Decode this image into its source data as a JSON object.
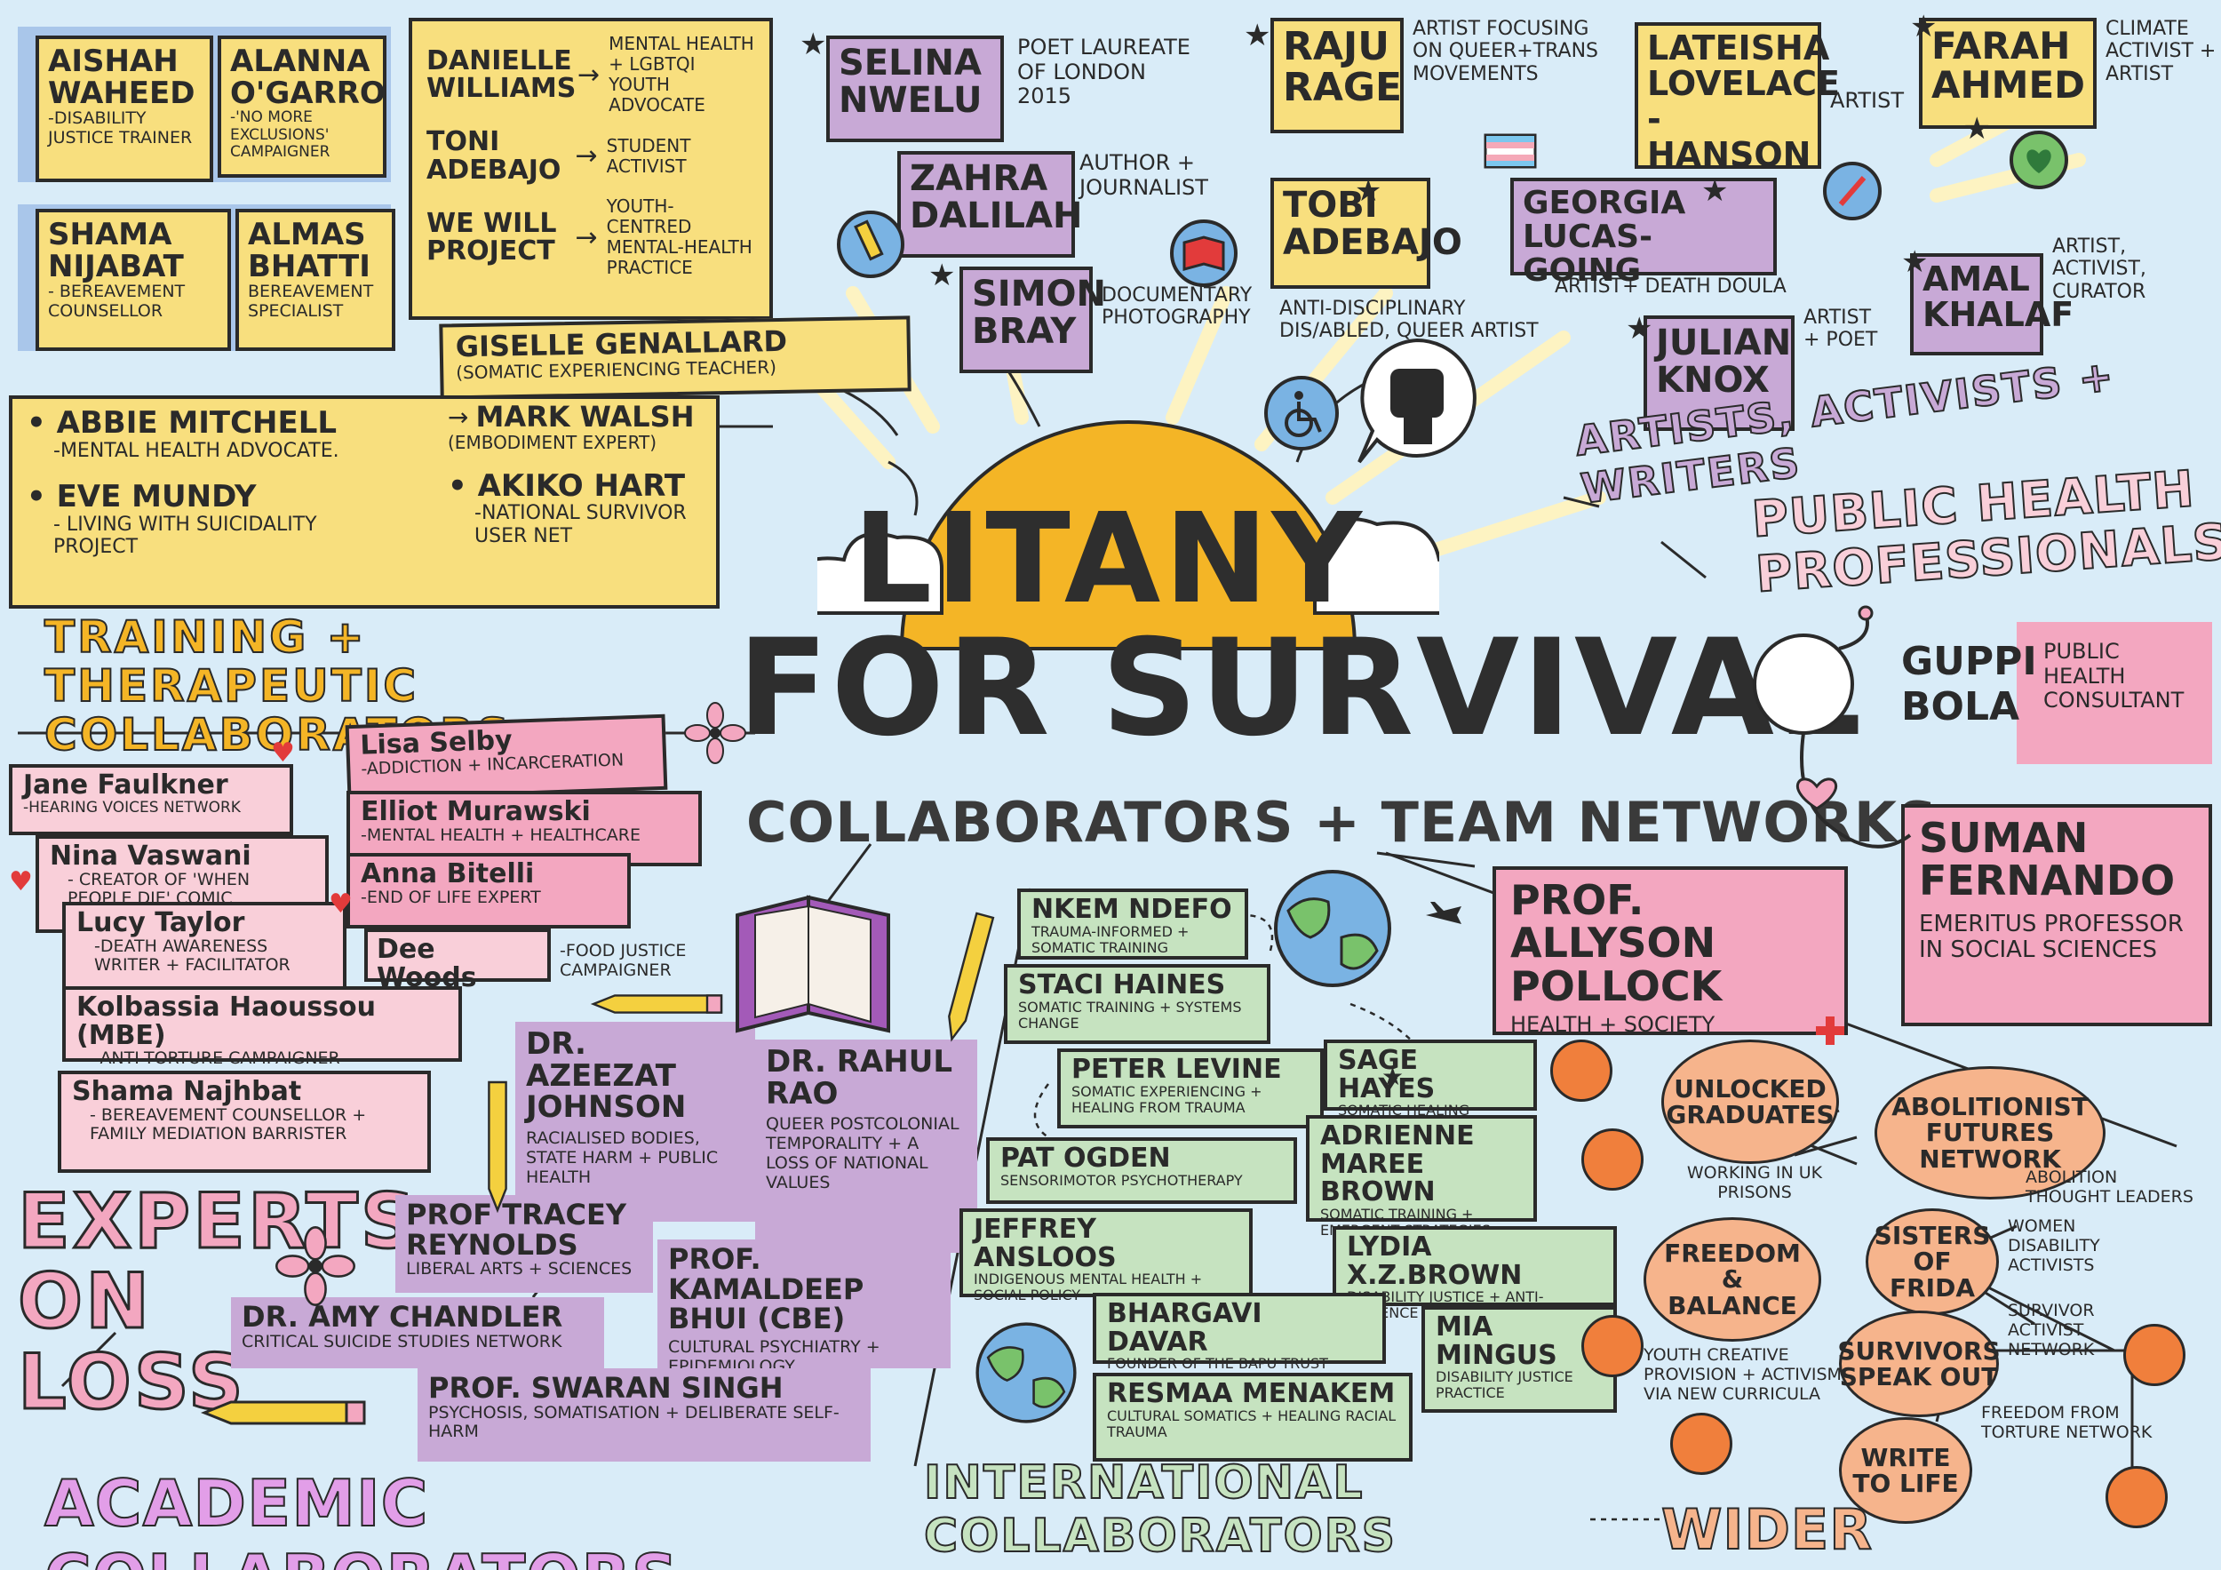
{
  "title": {
    "line1": "LITANY",
    "line2": "FOR SURVIVAL",
    "subtitle": "COLLABORATORS + TEAM NETWORKS"
  },
  "colors": {
    "yellow": "#f8df7e",
    "purple": "#c8a9d6",
    "pink": "#f3a7c0",
    "green": "#c6e3c0",
    "orange": "#f6b48c",
    "sun": "#f4b526",
    "background": "#d9ecf8"
  },
  "sections": {
    "training": "TRAINING + THERAPEUTIC COLLABORATORS",
    "loss": "EXPERTS ON LOSS",
    "academic": "ACADEMIC COLLABORATORS",
    "international": "INTERNATIONAL COLLABORATORS",
    "wider": "WIDER NETWORKS",
    "artists": "ARTISTS, ACTIVISTS + WRITERS",
    "public_health": "PUBLIC HEALTH PROFESSIONALS"
  },
  "training": {
    "aishah": {
      "name": "AISHAH WAHEED",
      "desc": "-DISABILITY JUSTICE TRAINER"
    },
    "alanna": {
      "name": "ALANNA O'GARRO",
      "desc": "-'NO MORE EXCLUSIONS' CAMPAIGNER"
    },
    "shama": {
      "name": "SHAMA NIJABAT",
      "desc": "- BEREAVEMENT COUNSELLOR"
    },
    "almas": {
      "name": "ALMAS BHATTI",
      "desc": "BEREAVEMENT SPECIALIST"
    },
    "danielle": {
      "name": "DANIELLE WILLIAMS",
      "desc": "MENTAL HEALTH + LGBTQI YOUTH ADVOCATE"
    },
    "toni": {
      "name": "TONI ADEBAJO",
      "desc": "STUDENT ACTIVIST"
    },
    "wewill": {
      "name": "WE WILL PROJECT",
      "desc": "YOUTH-CENTRED MENTAL-HEALTH PRACTICE"
    },
    "giselle": {
      "name": "GISELLE GENALLARD",
      "desc": "(SOMATIC EXPERIENCING TEACHER)"
    },
    "mark": {
      "name": "MARK WALSH",
      "desc": "(EMBODIMENT EXPERT)"
    },
    "abbie": {
      "name": "• ABBIE MITCHELL",
      "desc": "-MENTAL HEALTH ADVOCATE."
    },
    "eve": {
      "name": "• EVE MUNDY",
      "desc": "- LIVING WITH SUICIDALITY PROJECT"
    },
    "akiko": {
      "name": "• AKIKO HART",
      "desc": "-NATIONAL SURVIVOR USER NET"
    }
  },
  "artists": {
    "selina": {
      "name": "SELINA NWELU",
      "desc": "POET LAUREATE OF LONDON 2015"
    },
    "zahra": {
      "name": "ZAHRA DALILAH",
      "desc": "AUTHOR + JOURNALIST"
    },
    "simon": {
      "name": "SIMON BRAY",
      "desc": "DOCUMENTARY PHOTOGRAPHY"
    },
    "raju": {
      "name": "RAJU RAGE",
      "desc": "ARTIST FOCUSING ON QUEER+TRANS MOVEMENTS"
    },
    "tobi": {
      "name": "TOBI ADEBAJO",
      "desc": "ANTI-DISCIPLINARY DIS/ABLED, QUEER ARTIST"
    },
    "lateisha": {
      "name": "LATEISHA LOVELACE -HANSON",
      "desc": "ARTIST"
    },
    "farah": {
      "name": "FARAH AHMED",
      "desc": "CLIMATE ACTIVIST + ARTIST"
    },
    "georgia": {
      "name": "GEORGIA LUCAS-GOING",
      "desc": "ARTIST+ DEATH DOULA"
    },
    "amal": {
      "name": "AMAL KHALAF",
      "desc": "ARTIST, ACTIVIST, CURATOR"
    },
    "julian": {
      "name": "JULIAN KNOX",
      "desc": "ARTIST + POET"
    }
  },
  "public_health": {
    "guppi": {
      "name": "GUPPI BOLA",
      "desc": "PUBLIC HEALTH CONSULTANT"
    },
    "suman": {
      "name": "SUMAN FERNANDO",
      "desc": "EMERITUS PROFESSOR IN SOCIAL SCIENCES"
    },
    "allyson": {
      "name": "PROF. ALLYSON POLLOCK",
      "desc": "HEALTH + SOCIETY"
    }
  },
  "loss": [
    {
      "name": "Lisa Selby",
      "desc": "-ADDICTION + INCARCERATION"
    },
    {
      "name": "Jane Faulkner",
      "desc": "-HEARING VOICES NETWORK"
    },
    {
      "name": "Elliot Murawski",
      "desc": "-MENTAL HEALTH + HEALTHCARE"
    },
    {
      "name": "Nina Vaswani",
      "desc": "- CREATOR OF 'WHEN PEOPLE DIE' COMIC"
    },
    {
      "name": "Anna Bitelli",
      "desc": "-END OF LIFE EXPERT"
    },
    {
      "name": "Lucy Taylor",
      "desc": "-DEATH AWARENESS WRITER + FACILITATOR"
    },
    {
      "name": "Dee Woods",
      "desc": "-FOOD JUSTICE CAMPAIGNER"
    },
    {
      "name": "Kolbassia Haoussou (MBE)",
      "desc": "-ANTI-TORTURE CAMPAIGNER"
    },
    {
      "name": "Shama Najhbat",
      "desc": "- BEREAVEMENT COUNSELLOR + FAMILY MEDIATION BARRISTER"
    }
  ],
  "academic": {
    "azeezat": {
      "name": "DR. AZEEZAT JOHNSON",
      "desc": "RACIALISED BODIES, STATE HARM + PUBLIC HEALTH"
    },
    "rahul": {
      "name": "DR. RAHUL RAO",
      "desc": "QUEER POSTCOLONIAL TEMPORALITY + A LOSS OF NATIONAL VALUES"
    },
    "tracey": {
      "name": "PROF TRACEY REYNOLDS",
      "desc": "LIBERAL ARTS + SCIENCES"
    },
    "kamaldeep": {
      "name": "PROF. KAMALDEEP BHUI (CBE)",
      "desc": "CULTURAL PSYCHIATRY + EPIDEMIOLOGY"
    },
    "amy": {
      "name": "DR. AMY CHANDLER",
      "desc": "CRITICAL SUICIDE STUDIES NETWORK"
    },
    "swaran": {
      "name": "PROF. SWARAN SINGH",
      "desc": "PSYCHOSIS, SOMATISATION + DELIBERATE SELF-HARM"
    }
  },
  "international": {
    "nkem": {
      "name": "NKEM NDEFO",
      "desc": "TRAUMA-INFORMED + SOMATIC TRAINING"
    },
    "staci": {
      "name": "STACI HAINES",
      "desc": "SOMATIC TRAINING + SYSTEMS CHANGE"
    },
    "peter": {
      "name": "PETER LEVINE",
      "desc": "SOMATIC EXPERIENCING + HEALING FROM TRAUMA"
    },
    "sage": {
      "name": "SAGE HAYES",
      "desc": "SOMATIC HEALING"
    },
    "pat": {
      "name": "PAT OGDEN",
      "desc": "SENSORIMOTOR PSYCHOTHERAPY"
    },
    "adrienne": {
      "name": "ADRIENNE MAREE BROWN",
      "desc": "SOMATIC TRAINING + EMERGENT STRATEGIES"
    },
    "jeffrey": {
      "name": "JEFFREY ANSLOOS",
      "desc": "INDIGENOUS MENTAL HEALTH + SOCIAL POLICY"
    },
    "lydia": {
      "name": "LYDIA X.Z.BROWN",
      "desc": "DISABILITY JUSTICE + ANTI-VIOLENCE"
    },
    "bhargavi": {
      "name": "BHARGAVI DAVAR",
      "desc": "FOUNDER OF THE BAPU TRUST"
    },
    "mia": {
      "name": "MIA MINGUS",
      "desc": "DISABILITY JUSTICE PRACTICE"
    },
    "resmaa": {
      "name": "RESMAA MENAKEM",
      "desc": "CULTURAL SOMATICS + HEALING RACIAL TRAUMA"
    }
  },
  "wider": {
    "unlocked": {
      "name": "UNLOCKED GRADUATES",
      "desc": "WORKING IN UK PRISONS"
    },
    "abolitionist": {
      "name": "ABOLITIONIST FUTURES NETWORK",
      "desc": "ABOLITION THOUGHT LEADERS"
    },
    "freedom": {
      "name": "FREEDOM & BALANCE",
      "desc": "YOUTH CREATIVE PROVISION + ACTIVISM VIA NEW CURRICULA"
    },
    "sisters": {
      "name": "SISTERS OF FRIDA",
      "desc": "WOMEN DISABILITY ACTIVISTS"
    },
    "survivors": {
      "name": "SURVIVORS SPEAK OUT",
      "desc": "SURVIVOR ACTIVIST NETWORK"
    },
    "write": {
      "name": "WRITE TO LIFE",
      "desc": "FREEDOM FROM TORTURE NETWORK"
    }
  },
  "icons": [
    "pencil-icon",
    "book-icon",
    "fist-icon",
    "wheelchair-icon",
    "heart-icon",
    "globe-icon",
    "stethoscope-icon",
    "paintbrush-icon",
    "trans-flag-icon",
    "airplane-icon",
    "flower-icon",
    "star-icon"
  ]
}
